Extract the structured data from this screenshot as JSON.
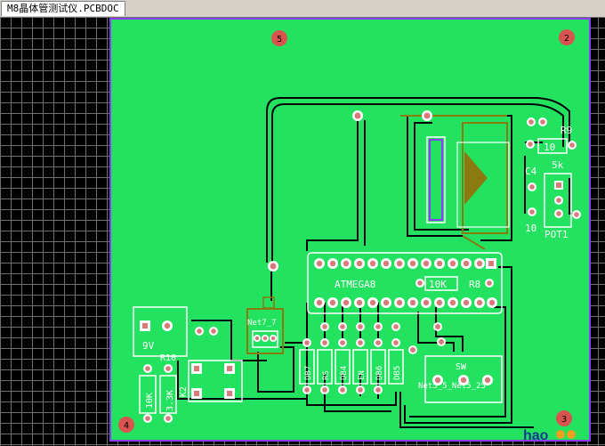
{
  "window": {
    "tab_title": "M8晶体管测试仪.PCBDOC"
  },
  "colors": {
    "board": "#22e25f",
    "outline": "#8a3cff",
    "copper_text": "#000000",
    "silkscreen": "#ffffff",
    "mount_hole": "#d9534f",
    "overlay": "#8a7a10"
  },
  "mount_holes": [
    "5",
    "2",
    "4",
    "3"
  ],
  "labels": {
    "mcu": "ATMEGA8",
    "r8_value": "10K",
    "r8": "R8",
    "r9": "R9",
    "r9_value": "10",
    "c4": "C4",
    "c4_value": "10",
    "pot_value": "5k",
    "pot": "POT1",
    "battery": "9V",
    "r10": "R10",
    "r10_value": "10K",
    "r_33k": "3.3K",
    "k2": "K2",
    "net_left": "Net7_7",
    "sw_label": "SW",
    "net_bottom": "Net5_5_Net5_25",
    "vert_labels": [
      "DB7",
      "RS",
      "DB4",
      "EN",
      "DB6",
      "DB5"
    ],
    "watermark": "hao"
  }
}
